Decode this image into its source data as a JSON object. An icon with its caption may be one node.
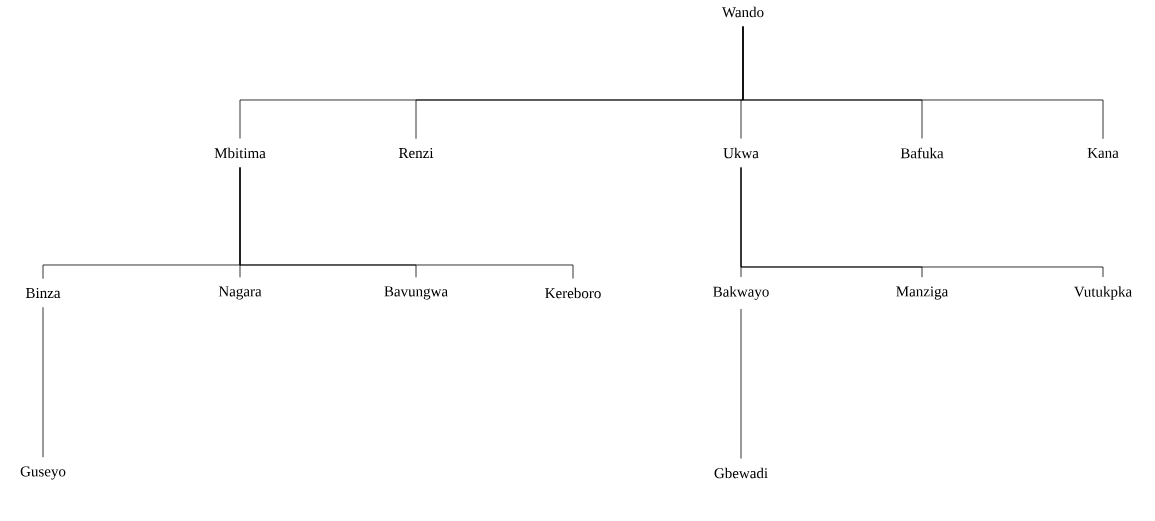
{
  "diagram": {
    "nodes": [
      {
        "text": [
          "Wando"
        ]
      },
      {
        "text": [
          "Mbitima"
        ]
      },
      {
        "text": [
          "Renzi"
        ]
      },
      {
        "text": [
          "Ukwa"
        ]
      },
      {
        "text": [
          "Bafuka"
        ]
      },
      {
        "text": [
          "Kana"
        ]
      },
      {
        "text": [
          "Binza"
        ]
      },
      {
        "text": [
          "Nagara"
        ]
      },
      {
        "text": [
          "Bavungwa"
        ]
      },
      {
        "text": [
          "Kereboro"
        ]
      },
      {
        "text": [
          "Bakwayo"
        ]
      },
      {
        "text": [
          "Manziga"
        ]
      },
      {
        "text": [
          "Vutukpka"
        ]
      },
      {
        "text": [
          "Guseyo"
        ]
      },
      {
        "text": [
          "Gbewadi"
        ]
      }
    ],
    "edges": [
      {
        "from": 0,
        "to": 1,
        "arrow": "none"
      },
      {
        "from": 0,
        "to": 2,
        "arrow": "none"
      },
      {
        "from": 0,
        "to": 3,
        "arrow": "none"
      },
      {
        "from": 0,
        "to": 4,
        "arrow": "none"
      },
      {
        "from": 0,
        "to": 5,
        "arrow": "none"
      },
      {
        "from": 1,
        "to": 6,
        "arrow": "none"
      },
      {
        "from": 1,
        "to": 7,
        "arrow": "none"
      },
      {
        "from": 1,
        "to": 8,
        "arrow": "none"
      },
      {
        "from": 1,
        "to": 9,
        "arrow": "none"
      },
      {
        "from": 3,
        "to": 10,
        "arrow": "none"
      },
      {
        "from": 3,
        "to": 11,
        "arrow": "none"
      },
      {
        "from": 3,
        "to": 12,
        "arrow": "none"
      },
      {
        "from": 6,
        "to": 13,
        "arrow": "none"
      },
      {
        "from": 10,
        "to": 14,
        "arrow": "none"
      }
    ]
  }
}
